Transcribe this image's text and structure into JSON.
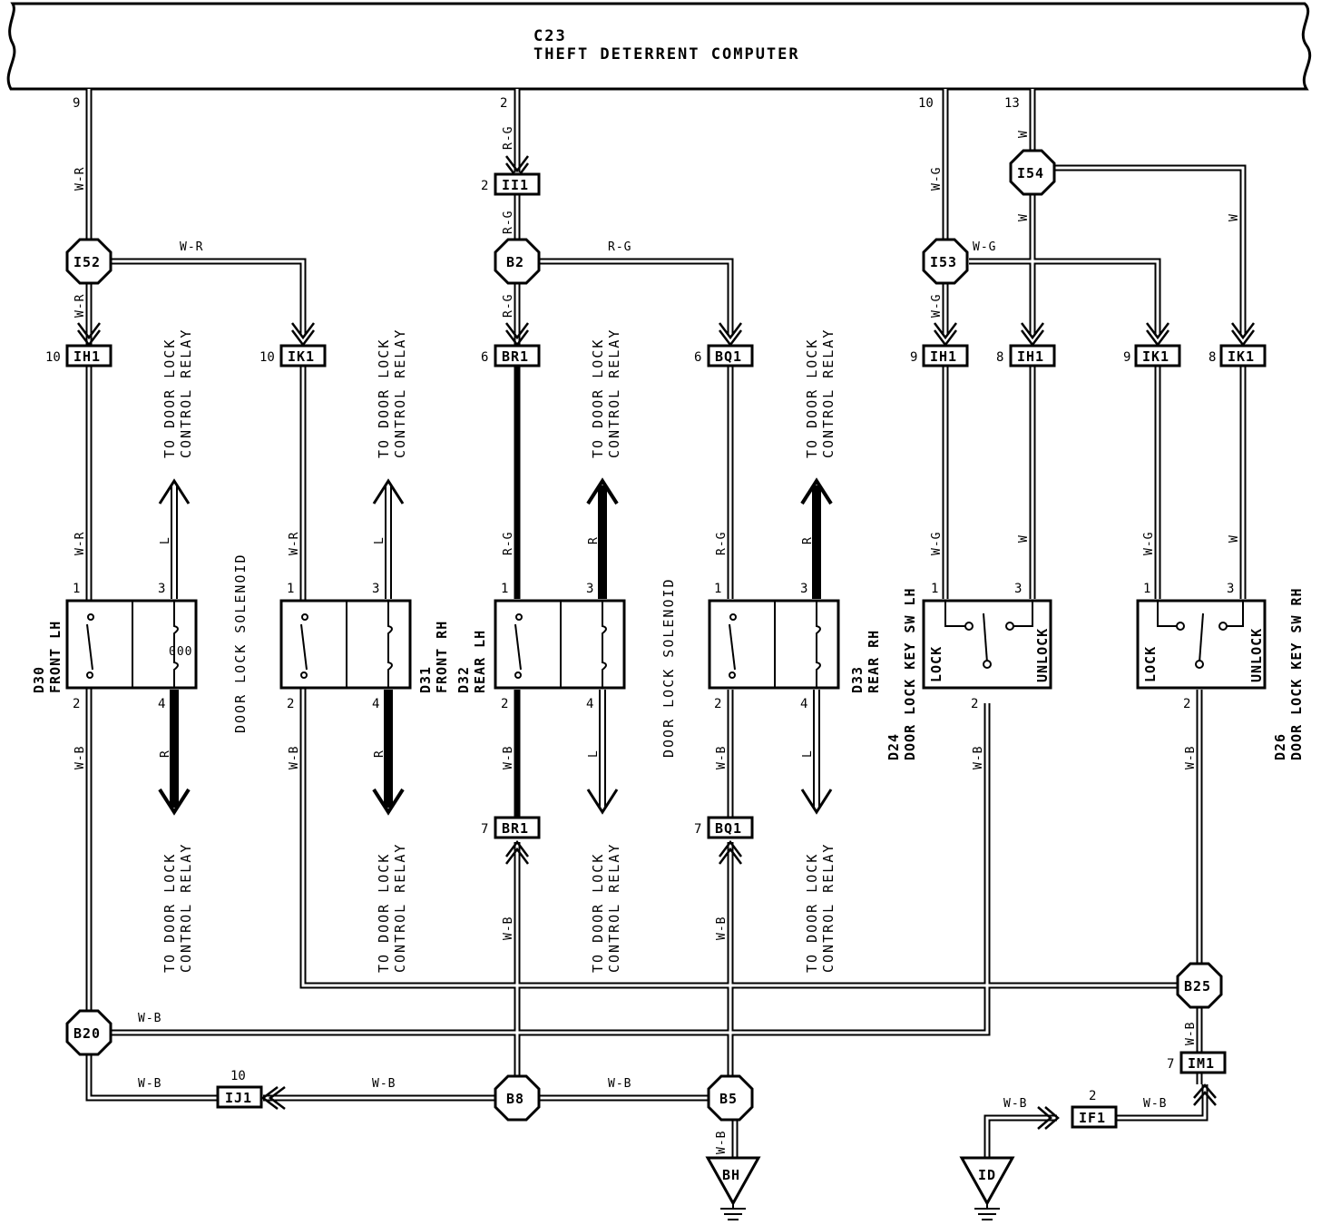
{
  "computer": {
    "code": "C23",
    "name": "THEFT DETERRENT COMPUTER"
  },
  "computer_pins": [
    "9",
    "2",
    "10",
    "13"
  ],
  "junctions": [
    "I52",
    "B2",
    "I53",
    "I54",
    "B20",
    "B25",
    "B8",
    "B5"
  ],
  "connectors": [
    {
      "pin": "2",
      "code": "II1"
    },
    {
      "pin": "10",
      "code": "IH1"
    },
    {
      "pin": "10",
      "code": "IK1"
    },
    {
      "pin": "6",
      "code": "BR1"
    },
    {
      "pin": "6",
      "code": "BQ1"
    },
    {
      "pin": "9",
      "code": "IH1"
    },
    {
      "pin": "8",
      "code": "IH1"
    },
    {
      "pin": "9",
      "code": "IK1"
    },
    {
      "pin": "8",
      "code": "IK1"
    },
    {
      "pin": "7",
      "code": "BR1"
    },
    {
      "pin": "7",
      "code": "BQ1"
    },
    {
      "pin": "10",
      "code": "IJ1"
    },
    {
      "pin": "7",
      "code": "IM1"
    },
    {
      "pin": "2",
      "code": "IF1"
    }
  ],
  "wires": {
    "wr": "W-R",
    "rg": "R-G",
    "wg": "W-G",
    "w": "W",
    "wb": "W-B",
    "l": "L",
    "r": "R"
  },
  "relay_text": {
    "line1": "TO DOOR LOCK",
    "line2": "CONTROL RELAY"
  },
  "solenoid_label": "DOOR LOCK SOLENOID",
  "solenoids": [
    {
      "code": "D30",
      "name": "FRONT LH"
    },
    {
      "code": "D31",
      "name": "FRONT RH"
    },
    {
      "code": "D32",
      "name": "REAR LH"
    },
    {
      "code": "D33",
      "name": "REAR RH"
    }
  ],
  "key_switches": [
    {
      "code": "D24",
      "name": "DOOR LOCK KEY SW LH"
    },
    {
      "code": "D26",
      "name": "DOOR LOCK KEY SW RH"
    }
  ],
  "switch_labels": {
    "lock": "LOCK",
    "unlock": "UNLOCK"
  },
  "grounds": [
    "BH",
    "ID"
  ],
  "pins": {
    "p1": "1",
    "p2": "2",
    "p3": "3",
    "p4": "4"
  }
}
